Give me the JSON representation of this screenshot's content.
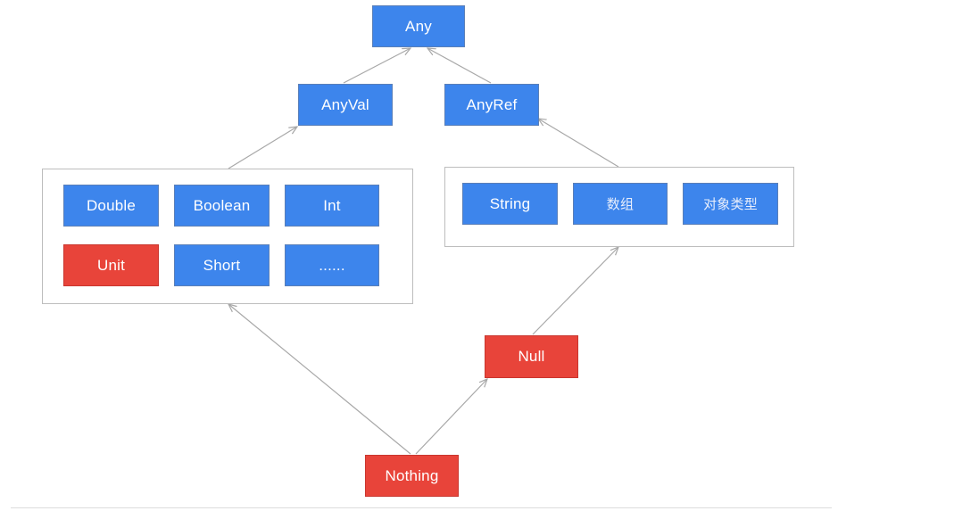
{
  "diagram": {
    "root": "Any",
    "anyval": "AnyVal",
    "anyref": "AnyRef",
    "val_types": [
      "Double",
      "Boolean",
      "Int",
      "Unit",
      "Short",
      "......"
    ],
    "ref_types": [
      "String",
      "数组",
      "对象类型"
    ],
    "null_type": "Null",
    "nothing_type": "Nothing"
  },
  "colors": {
    "node_blue": "#3d85ec",
    "node_red": "#e8443a",
    "edge": "#a8a8a8",
    "group_border": "#bdbdbd"
  }
}
